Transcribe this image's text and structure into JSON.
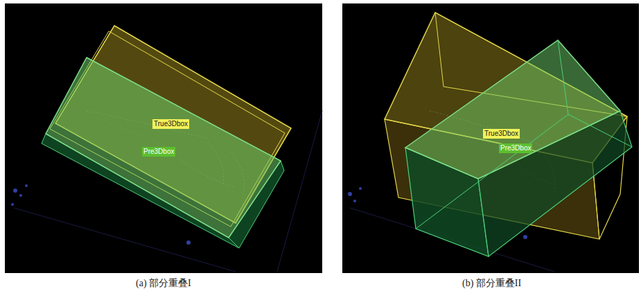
{
  "diagram": {
    "labels": [
      "True3Dbox",
      "Pre3Dbox",
      "True3Dbox",
      "Pre3Dbox",
      "(a) 部分重叠I",
      "(b) 部分重叠II"
    ]
  }
}
